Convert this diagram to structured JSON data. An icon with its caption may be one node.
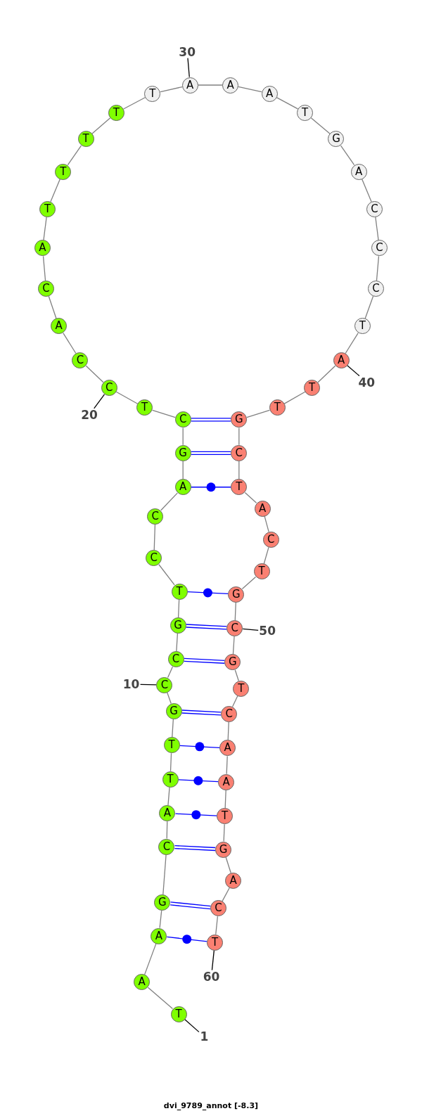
{
  "diagram": {
    "caption": "dvi_9789_annot [-8.3]",
    "nodes": [
      {
        "text": [
          "T"
        ]
      },
      {
        "text": [
          "A"
        ]
      },
      {
        "text": [
          "A"
        ]
      },
      {
        "text": [
          "G"
        ]
      },
      {
        "text": [
          "C"
        ]
      },
      {
        "text": [
          "A"
        ]
      },
      {
        "text": [
          "T"
        ]
      },
      {
        "text": [
          "T"
        ]
      },
      {
        "text": [
          "G"
        ]
      },
      {
        "text": [
          "C"
        ]
      },
      {
        "text": [
          "C"
        ]
      },
      {
        "text": [
          "G"
        ]
      },
      {
        "text": [
          "T"
        ]
      },
      {
        "text": [
          "C"
        ]
      },
      {
        "text": [
          "C"
        ]
      },
      {
        "text": [
          "A"
        ]
      },
      {
        "text": [
          "G"
        ]
      },
      {
        "text": [
          "C"
        ]
      },
      {
        "text": [
          "T"
        ]
      },
      {
        "text": [
          "C"
        ]
      },
      {
        "text": [
          "C"
        ]
      },
      {
        "text": [
          "A"
        ]
      },
      {
        "text": [
          "C"
        ]
      },
      {
        "text": [
          "A"
        ]
      },
      {
        "text": [
          "T"
        ]
      },
      {
        "text": [
          "T"
        ]
      },
      {
        "text": [
          "T"
        ]
      },
      {
        "text": [
          "T"
        ]
      },
      {
        "text": [
          "T"
        ]
      },
      {
        "text": [
          "A"
        ]
      },
      {
        "text": [
          "A"
        ]
      },
      {
        "text": [
          "A"
        ]
      },
      {
        "text": [
          "T"
        ]
      },
      {
        "text": [
          "G"
        ]
      },
      {
        "text": [
          "A"
        ]
      },
      {
        "text": [
          "C"
        ]
      },
      {
        "text": [
          "C"
        ]
      },
      {
        "text": [
          "C"
        ]
      },
      {
        "text": [
          "T"
        ]
      },
      {
        "text": [
          "A"
        ]
      },
      {
        "text": [
          "T"
        ]
      },
      {
        "text": [
          "T"
        ]
      },
      {
        "text": [
          "G"
        ]
      },
      {
        "text": [
          "C"
        ]
      },
      {
        "text": [
          "T"
        ]
      },
      {
        "text": [
          "A"
        ]
      },
      {
        "text": [
          "C"
        ]
      },
      {
        "text": [
          "T"
        ]
      },
      {
        "text": [
          "G"
        ]
      },
      {
        "text": [
          "C"
        ]
      },
      {
        "text": [
          "G"
        ]
      },
      {
        "text": [
          "T"
        ]
      },
      {
        "text": [
          "C"
        ]
      },
      {
        "text": [
          "A"
        ]
      },
      {
        "text": [
          "A"
        ]
      },
      {
        "text": [
          "T"
        ]
      },
      {
        "text": [
          "G"
        ]
      },
      {
        "text": [
          "A"
        ]
      },
      {
        "text": [
          "C"
        ]
      },
      {
        "text": [
          "T"
        ]
      },
      {
        "text": [
          "30"
        ]
      },
      {
        "text": [
          "40"
        ]
      },
      {
        "text": [
          "20"
        ]
      },
      {
        "text": [
          "50"
        ]
      },
      {
        "text": [
          "10"
        ]
      },
      {
        "text": [
          "60"
        ]
      },
      {
        "text": [
          "1"
        ]
      }
    ],
    "edges": [
      {
        "from": 0,
        "to": 1,
        "arrow": "none"
      },
      {
        "from": 1,
        "to": 2,
        "arrow": "none"
      },
      {
        "from": 2,
        "to": 3,
        "arrow": "none"
      },
      {
        "from": 3,
        "to": 4,
        "arrow": "none"
      },
      {
        "from": 4,
        "to": 5,
        "arrow": "none"
      },
      {
        "from": 5,
        "to": 6,
        "arrow": "none"
      },
      {
        "from": 6,
        "to": 7,
        "arrow": "none"
      },
      {
        "from": 7,
        "to": 8,
        "arrow": "none"
      },
      {
        "from": 8,
        "to": 9,
        "arrow": "none"
      },
      {
        "from": 9,
        "to": 10,
        "arrow": "none"
      },
      {
        "from": 10,
        "to": 11,
        "arrow": "none"
      },
      {
        "from": 11,
        "to": 12,
        "arrow": "none"
      },
      {
        "from": 12,
        "to": 13,
        "arrow": "none"
      },
      {
        "from": 13,
        "to": 14,
        "arrow": "none"
      },
      {
        "from": 14,
        "to": 15,
        "arrow": "none"
      },
      {
        "from": 15,
        "to": 16,
        "arrow": "none"
      },
      {
        "from": 16,
        "to": 17,
        "arrow": "none"
      },
      {
        "from": 17,
        "to": 18,
        "arrow": "none"
      },
      {
        "from": 18,
        "to": 19,
        "arrow": "none"
      },
      {
        "from": 19,
        "to": 20,
        "arrow": "none"
      },
      {
        "from": 20,
        "to": 21,
        "arrow": "none"
      },
      {
        "from": 21,
        "to": 22,
        "arrow": "none"
      },
      {
        "from": 22,
        "to": 23,
        "arrow": "none"
      },
      {
        "from": 23,
        "to": 24,
        "arrow": "none"
      },
      {
        "from": 24,
        "to": 25,
        "arrow": "none"
      },
      {
        "from": 25,
        "to": 26,
        "arrow": "none"
      },
      {
        "from": 26,
        "to": 27,
        "arrow": "none"
      },
      {
        "from": 27,
        "to": 28,
        "arrow": "none"
      },
      {
        "from": 28,
        "to": 29,
        "arrow": "none"
      },
      {
        "from": 29,
        "to": 30,
        "arrow": "none"
      },
      {
        "from": 30,
        "to": 31,
        "arrow": "none"
      },
      {
        "from": 31,
        "to": 32,
        "arrow": "none"
      },
      {
        "from": 32,
        "to": 33,
        "arrow": "none"
      },
      {
        "from": 33,
        "to": 34,
        "arrow": "none"
      },
      {
        "from": 34,
        "to": 35,
        "arrow": "none"
      },
      {
        "from": 35,
        "to": 36,
        "arrow": "none"
      },
      {
        "from": 36,
        "to": 37,
        "arrow": "none"
      },
      {
        "from": 37,
        "to": 38,
        "arrow": "none"
      },
      {
        "from": 38,
        "to": 39,
        "arrow": "none"
      },
      {
        "from": 39,
        "to": 40,
        "arrow": "none"
      },
      {
        "from": 40,
        "to": 41,
        "arrow": "none"
      },
      {
        "from": 41,
        "to": 42,
        "arrow": "none"
      },
      {
        "from": 42,
        "to": 43,
        "arrow": "none"
      },
      {
        "from": 43,
        "to": 44,
        "arrow": "none"
      },
      {
        "from": 44,
        "to": 45,
        "arrow": "none"
      },
      {
        "from": 45,
        "to": 46,
        "arrow": "none"
      },
      {
        "from": 46,
        "to": 47,
        "arrow": "none"
      },
      {
        "from": 47,
        "to": 48,
        "arrow": "none"
      },
      {
        "from": 48,
        "to": 49,
        "arrow": "none"
      },
      {
        "from": 49,
        "to": 50,
        "arrow": "none"
      },
      {
        "from": 50,
        "to": 51,
        "arrow": "none"
      },
      {
        "from": 51,
        "to": 52,
        "arrow": "none"
      },
      {
        "from": 52,
        "to": 53,
        "arrow": "none"
      },
      {
        "from": 53,
        "to": 54,
        "arrow": "none"
      },
      {
        "from": 54,
        "to": 55,
        "arrow": "none"
      },
      {
        "from": 55,
        "to": 56,
        "arrow": "none"
      },
      {
        "from": 56,
        "to": 57,
        "arrow": "none"
      },
      {
        "from": 57,
        "to": 58,
        "arrow": "none"
      },
      {
        "from": 58,
        "to": 59,
        "arrow": "none"
      },
      {
        "from": 17,
        "to": 42,
        "arrow": "none",
        "color": "#0000ff"
      },
      {
        "from": 16,
        "to": 43,
        "arrow": "none",
        "color": "#0000ff"
      },
      {
        "from": 15,
        "to": 44,
        "arrow": "none",
        "color": "#0000ff"
      },
      {
        "from": 12,
        "to": 48,
        "arrow": "none",
        "color": "#0000ff"
      },
      {
        "from": 11,
        "to": 49,
        "arrow": "none",
        "color": "#0000ff"
      },
      {
        "from": 10,
        "to": 50,
        "arrow": "none",
        "color": "#0000ff"
      },
      {
        "from": 8,
        "to": 52,
        "arrow": "none",
        "color": "#0000ff"
      },
      {
        "from": 7,
        "to": 53,
        "arrow": "none",
        "color": "#0000ff"
      },
      {
        "from": 6,
        "to": 54,
        "arrow": "none",
        "color": "#0000ff"
      },
      {
        "from": 5,
        "to": 55,
        "arrow": "none",
        "color": "#0000ff"
      },
      {
        "from": 4,
        "to": 56,
        "arrow": "none",
        "color": "#0000ff"
      },
      {
        "from": 3,
        "to": 58,
        "arrow": "none",
        "color": "#0000ff"
      },
      {
        "from": 2,
        "to": 59,
        "arrow": "none",
        "color": "#0000ff"
      },
      {
        "from": 60,
        "to": 29,
        "arrow": "none",
        "color": "#000000"
      },
      {
        "from": 61,
        "to": 39,
        "arrow": "none",
        "color": "#000000"
      },
      {
        "from": 62,
        "to": 19,
        "arrow": "none",
        "color": "#000000"
      },
      {
        "from": 63,
        "to": 49,
        "arrow": "none",
        "color": "#000000"
      },
      {
        "from": 64,
        "to": 9,
        "arrow": "none",
        "color": "#000000"
      },
      {
        "from": 65,
        "to": 59,
        "arrow": "none",
        "color": "#000000"
      },
      {
        "from": 66,
        "to": 0,
        "arrow": "none",
        "color": "#000000"
      }
    ]
  }
}
